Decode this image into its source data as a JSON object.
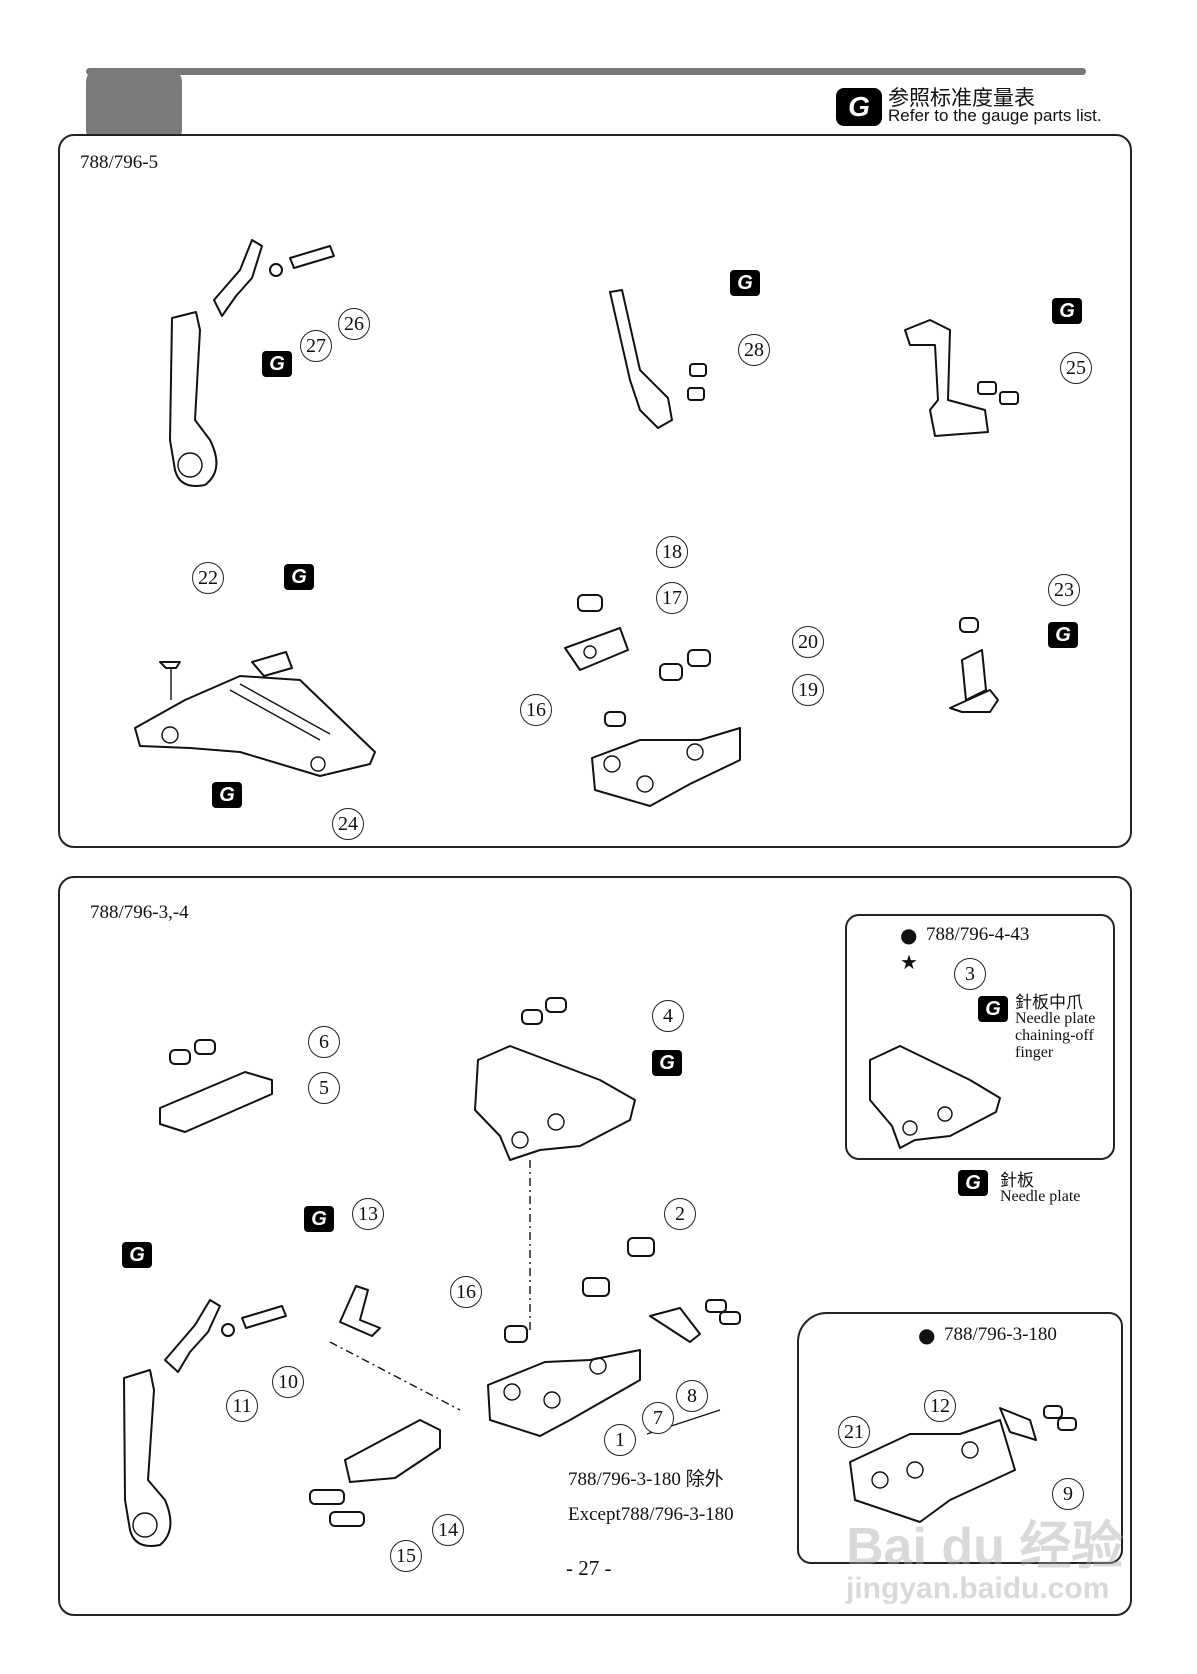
{
  "header": {
    "badge": "G",
    "title_cn": "参照标准度量表",
    "title_en": "Refer to the gauge parts list."
  },
  "panel_top": {
    "model": "788/796-5",
    "callouts": [
      "26",
      "27",
      "28",
      "25",
      "22",
      "18",
      "17",
      "20",
      "19",
      "16",
      "23",
      "24"
    ],
    "g_badge": "G"
  },
  "panel_bottom": {
    "model": "788/796-3,-4",
    "callouts": [
      "6",
      "5",
      "4",
      "2",
      "13",
      "16",
      "10",
      "11",
      "8",
      "7",
      "1",
      "14",
      "15"
    ],
    "inset_top": {
      "bullet": "●",
      "star": "★",
      "model": "788/796-4-43",
      "callout": "3",
      "cn": "針板中爪",
      "en_line1": "Needle plate",
      "en_line2": "chaining-off",
      "en_line3": "finger"
    },
    "needle_plate": {
      "cn": "針板",
      "en": "Needle plate"
    },
    "inset_bottom": {
      "bullet": "●",
      "model": "788/796-3-180",
      "callouts": [
        "12",
        "21",
        "9"
      ]
    },
    "except_cn": "788/796-3-180 除外",
    "except_en": "Except788/796-3-180"
  },
  "page_number": "- 27 -",
  "watermark": {
    "line1": "Bai du 经验",
    "line2": "jingyan.baidu.com"
  }
}
